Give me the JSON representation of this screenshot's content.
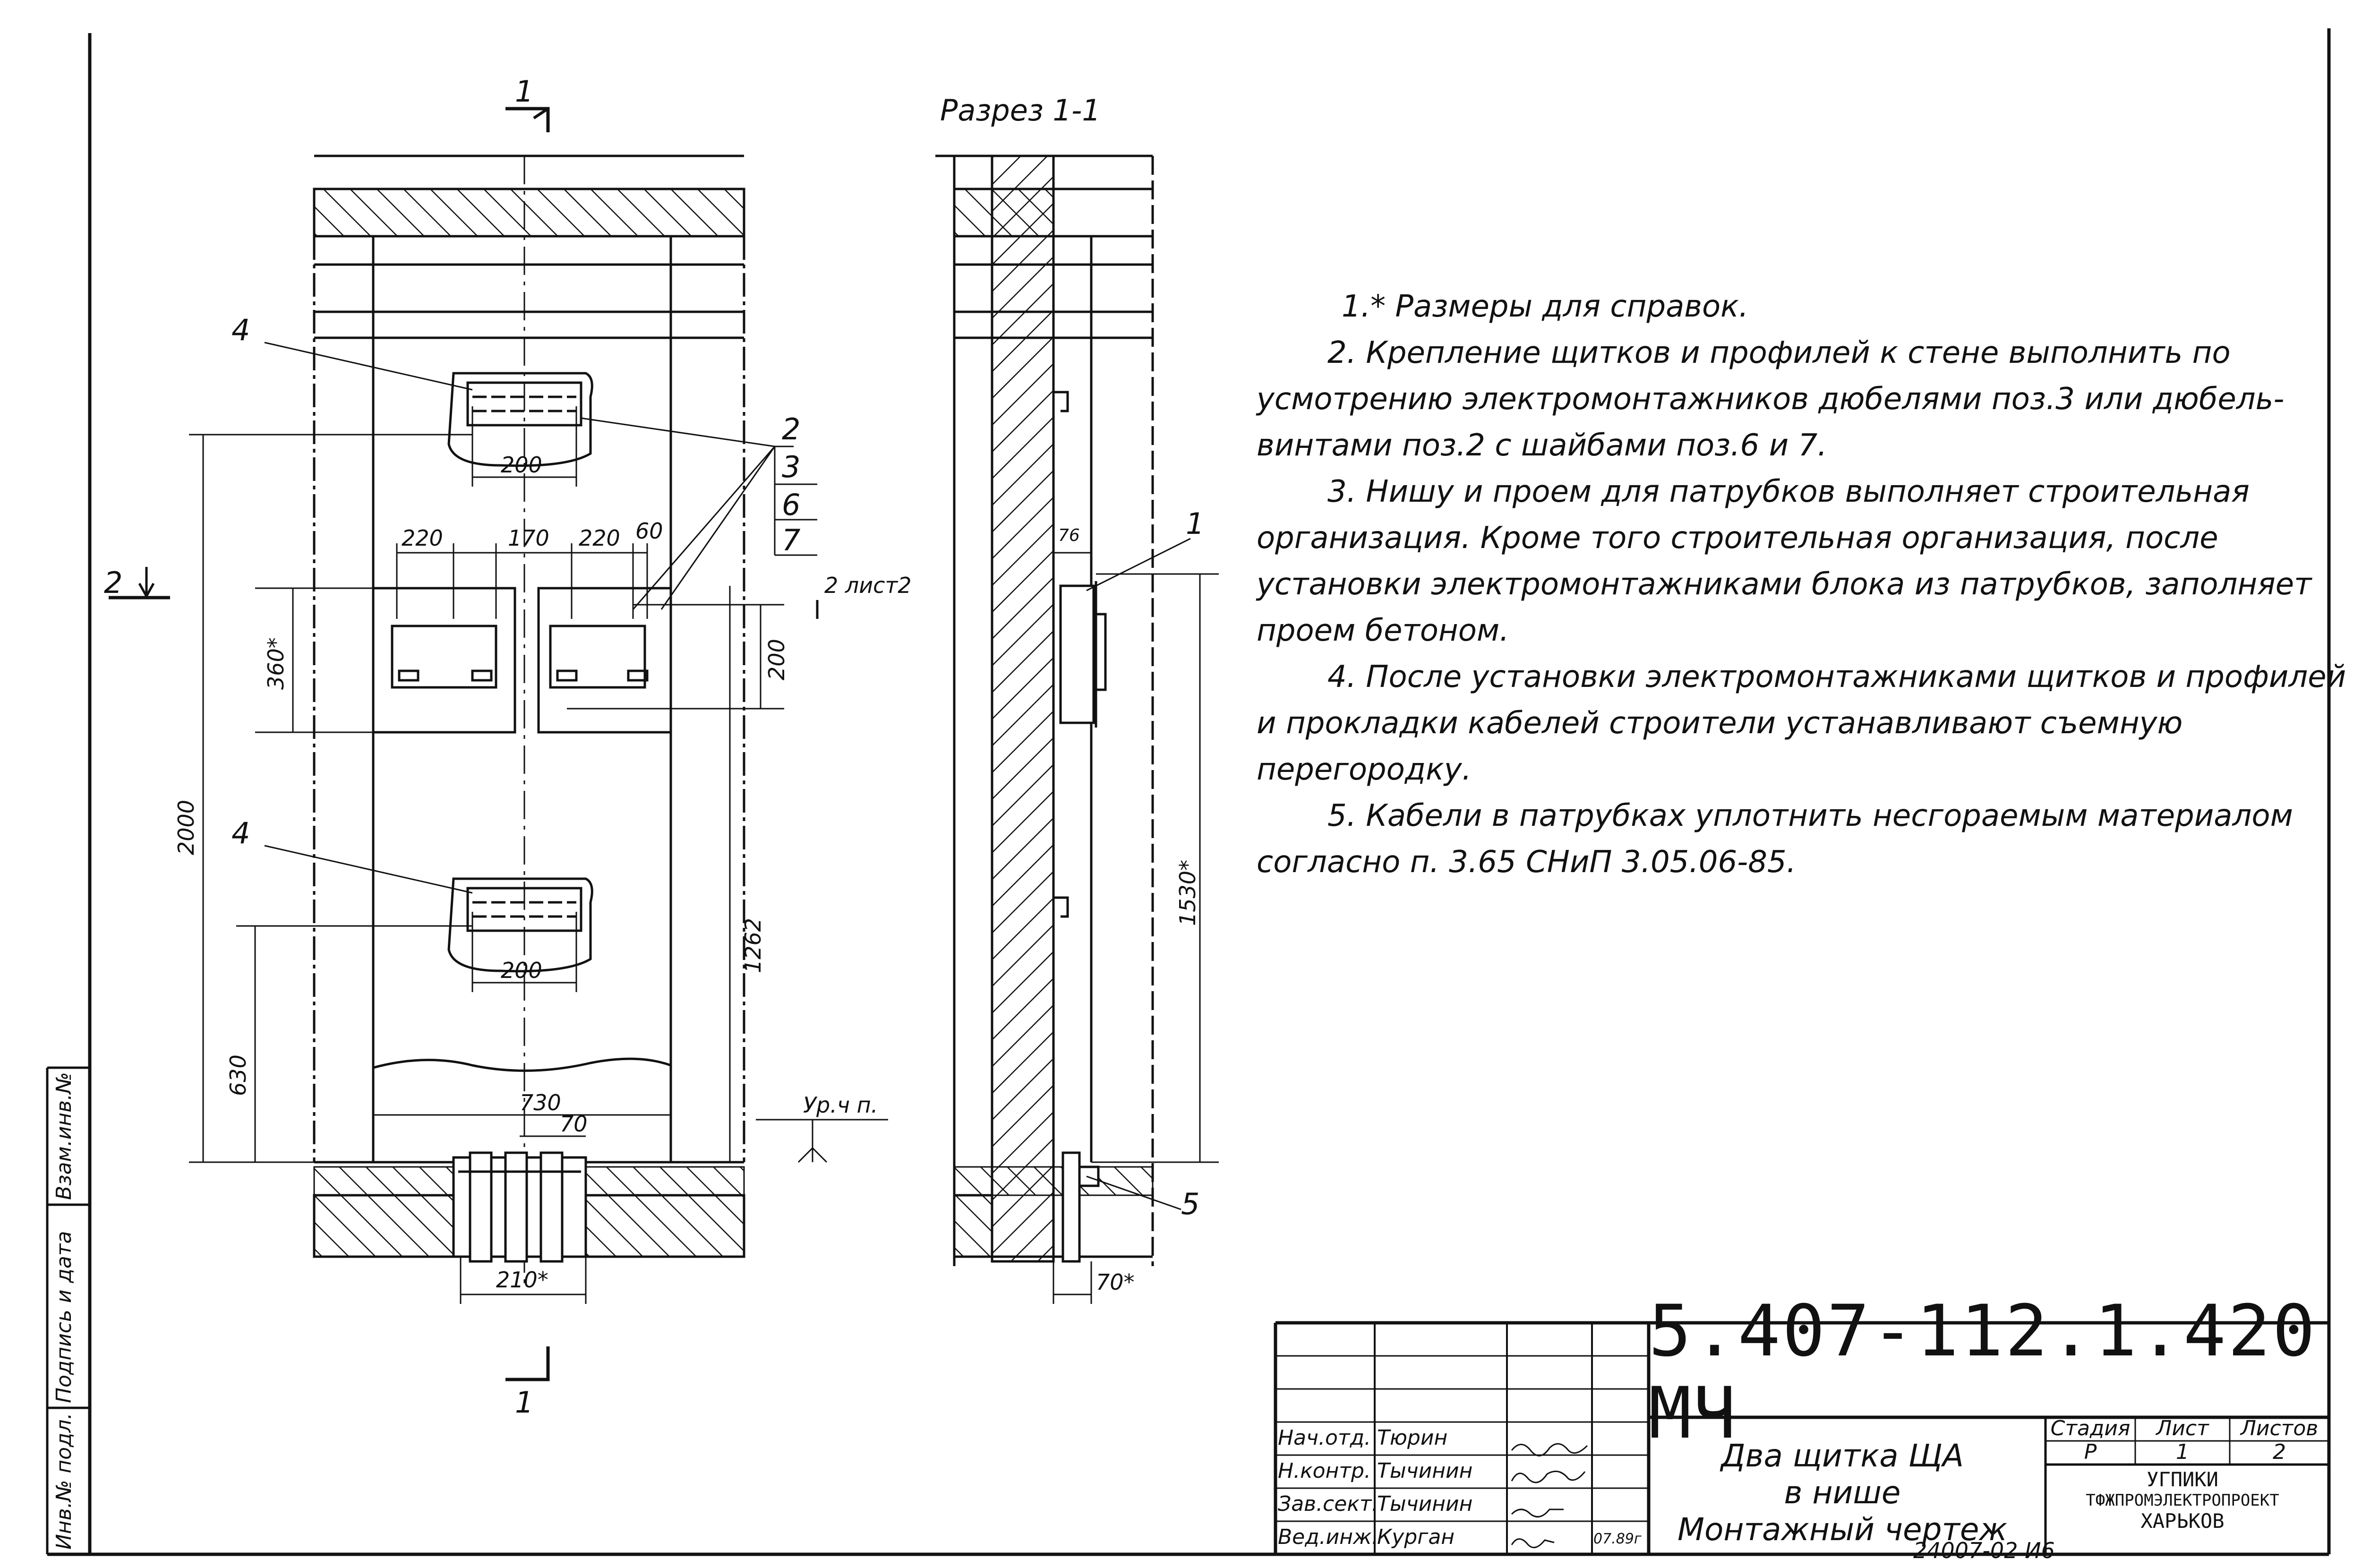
{
  "section_title": "Разрез 1-1",
  "section_mark": "1",
  "view_mark": "2",
  "view_ref": "2 лист2",
  "level_mark": "Ур.ч п.",
  "callouts": {
    "c1": "1",
    "c2": "2",
    "c3": "3",
    "c4": "4",
    "c5": "5",
    "c6": "6",
    "c7": "7"
  },
  "dimensions": {
    "d200a": "200",
    "d200b": "200",
    "d200c": "200",
    "d220a": "220",
    "d170": "170",
    "d220b": "220",
    "d60": "60",
    "d360": "360*",
    "d2000": "2000",
    "d1262": "1262",
    "d630": "630",
    "d730": "730",
    "d70": "70",
    "d210": "210*",
    "d76": "76",
    "d1530": "1530*",
    "d70s": "70*"
  },
  "notes": [
    "1.* Размеры для справок.",
    "2. Крепление щитков и профилей к стене выполнить по усмотрению электромонтажников дюбелями поз.3 или дюбель-винтами поз.2 с шайбами поз.6 и 7.",
    "3. Нишу и проем для патрубков выполняет строительная организация. Кроме того строительная организация, после установки электромонтажниками блока из патрубков, заполняет проем бетоном.",
    "4. После установки электромонтажниками щитков и профилей и прокладки кабелей строители устанавливают съемную перегородку.",
    "5. Кабели в патрубках уплотнить несгораемым материалом согласно п. 3.65 СНиП 3.05.06-85."
  ],
  "title_block": {
    "code": "5.407-112.1.420 МЧ",
    "name_line1": "Два щитка ЩА",
    "name_line2": "в нише",
    "name_line3": "Монтажный чертеж",
    "stage_label": "Стадия",
    "sheet_label": "Лист",
    "sheets_label": "Листов",
    "stage": "Р",
    "sheet": "1",
    "sheets": "2",
    "org_line1": "УГПИКИ",
    "org_line2": "ТФЖПРОМЭЛЕКТРОПРОЕКТ",
    "org_line3": "ХАРЬКОВ",
    "date": "07.89г",
    "signers": [
      {
        "role": "Нач.отд.",
        "name": "Тюрин"
      },
      {
        "role": "Н.контр.",
        "name": "Тычинин"
      },
      {
        "role": "Зав.сект.",
        "name": "Тычинин"
      },
      {
        "role": "Вед.инж.",
        "name": "Курган"
      }
    ]
  },
  "side_stamp": {
    "inv": "Инв.№ подл.",
    "sign": "Подпись и дата",
    "swap": "Взам.инв.№"
  },
  "archive_number": "24007-02 И6"
}
